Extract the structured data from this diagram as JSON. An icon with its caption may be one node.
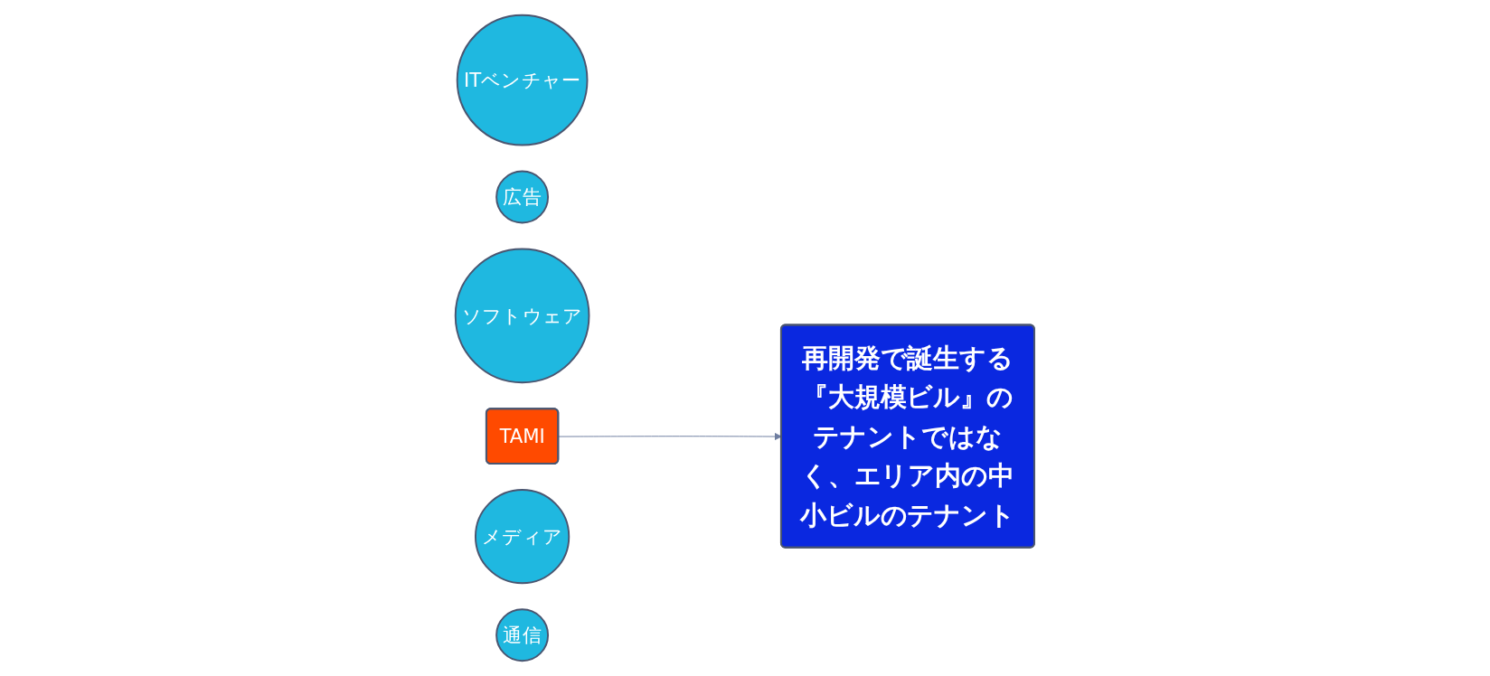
{
  "diagram": {
    "nodes": [
      {
        "text": [
          "ITベンチャー"
        ]
      },
      {
        "text": [
          "広告"
        ]
      },
      {
        "text": [
          "ソフトウェア"
        ]
      },
      {
        "text": [
          "TAMI"
        ]
      },
      {
        "text": [
          "メディア"
        ]
      },
      {
        "text": [
          "通信"
        ]
      },
      {
        "text": [
          "再開発で誕生する『大規模ビル』のテナントではなく、エリア内の中小ビルのテナント"
        ]
      }
    ],
    "edges": [
      {
        "from": 3,
        "to": 6,
        "arrow": "to",
        "color": "#6e7da0"
      }
    ]
  }
}
